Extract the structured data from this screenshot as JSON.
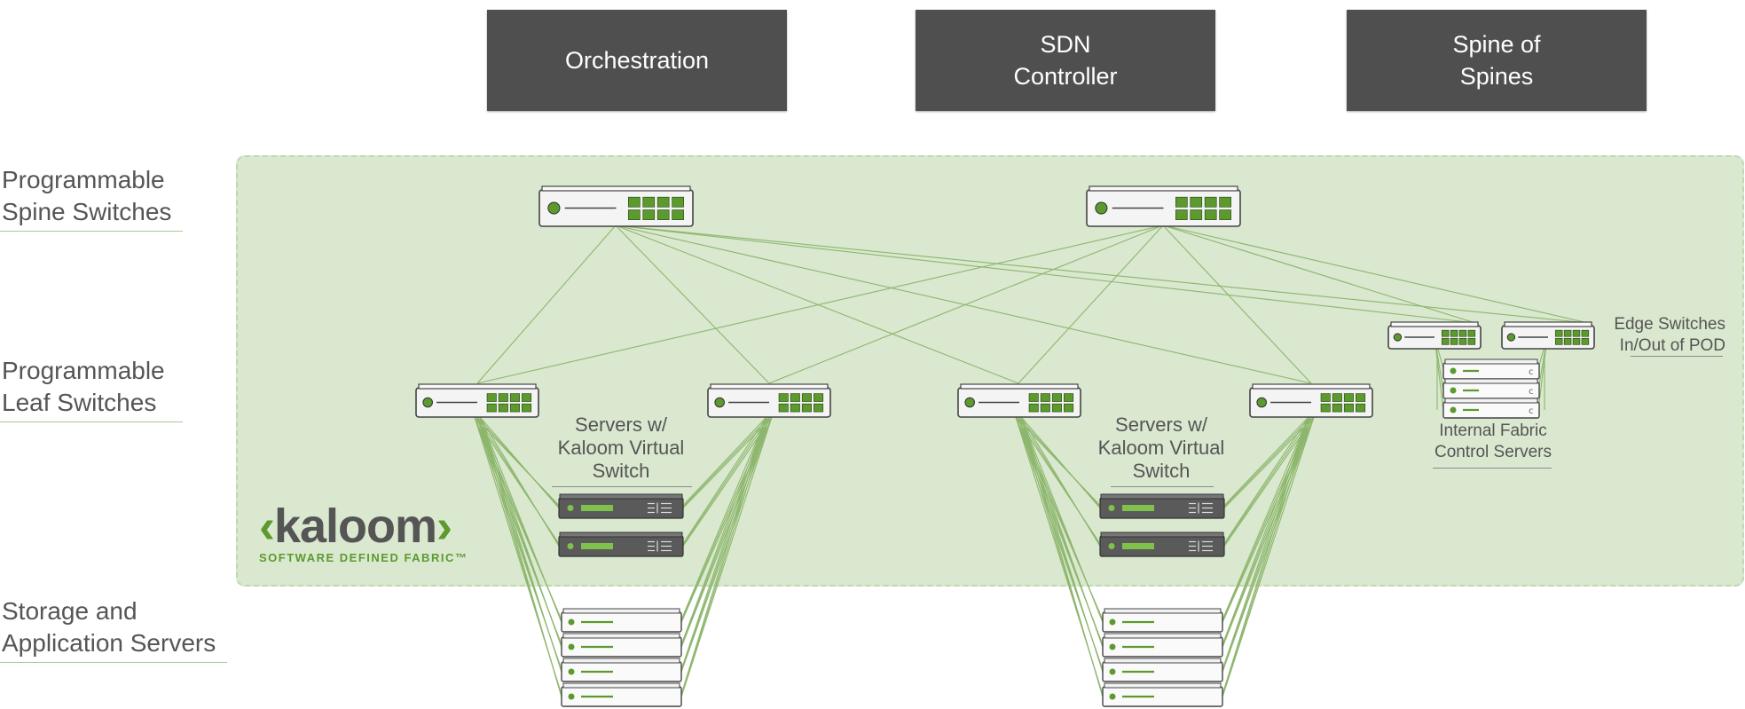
{
  "top_boxes": {
    "orchestration": "Orchestration",
    "sdn_controller": "SDN\nController",
    "spine_of_spines": "Spine of\nSpines"
  },
  "rows": {
    "spine": "Programmable\nSpine Switches",
    "leaf": "Programmable\nLeaf Switches",
    "storage": "Storage and\nApplication Servers"
  },
  "captions": {
    "servers_left": "Servers w/\nKaloom Virtual\nSwitch",
    "servers_right": "Servers w/\nKaloom Virtual\nSwitch",
    "edge": "Edge Switches\nIn/Out of POD",
    "internal": "Internal Fabric\nControl Servers"
  },
  "logo": {
    "open": "‹",
    "word": "kaloom",
    "close": "›",
    "tagline": "SOFTWARE DEFINED FABRIC™"
  },
  "colors": {
    "fabric_bg": "#d9e8cf",
    "accent_green": "#5c9a2e",
    "link_green": "#8db66d",
    "box_dark": "#4f4f4f"
  }
}
